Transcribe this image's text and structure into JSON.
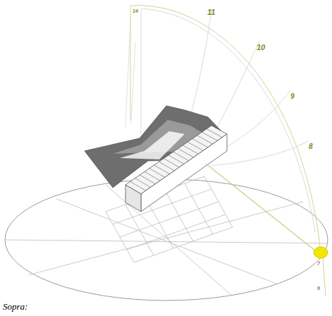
{
  "diagram": {
    "caption": "Sopra:",
    "labels": [
      "14",
      "11",
      "10",
      "9",
      "8",
      "7",
      "6"
    ]
  }
}
